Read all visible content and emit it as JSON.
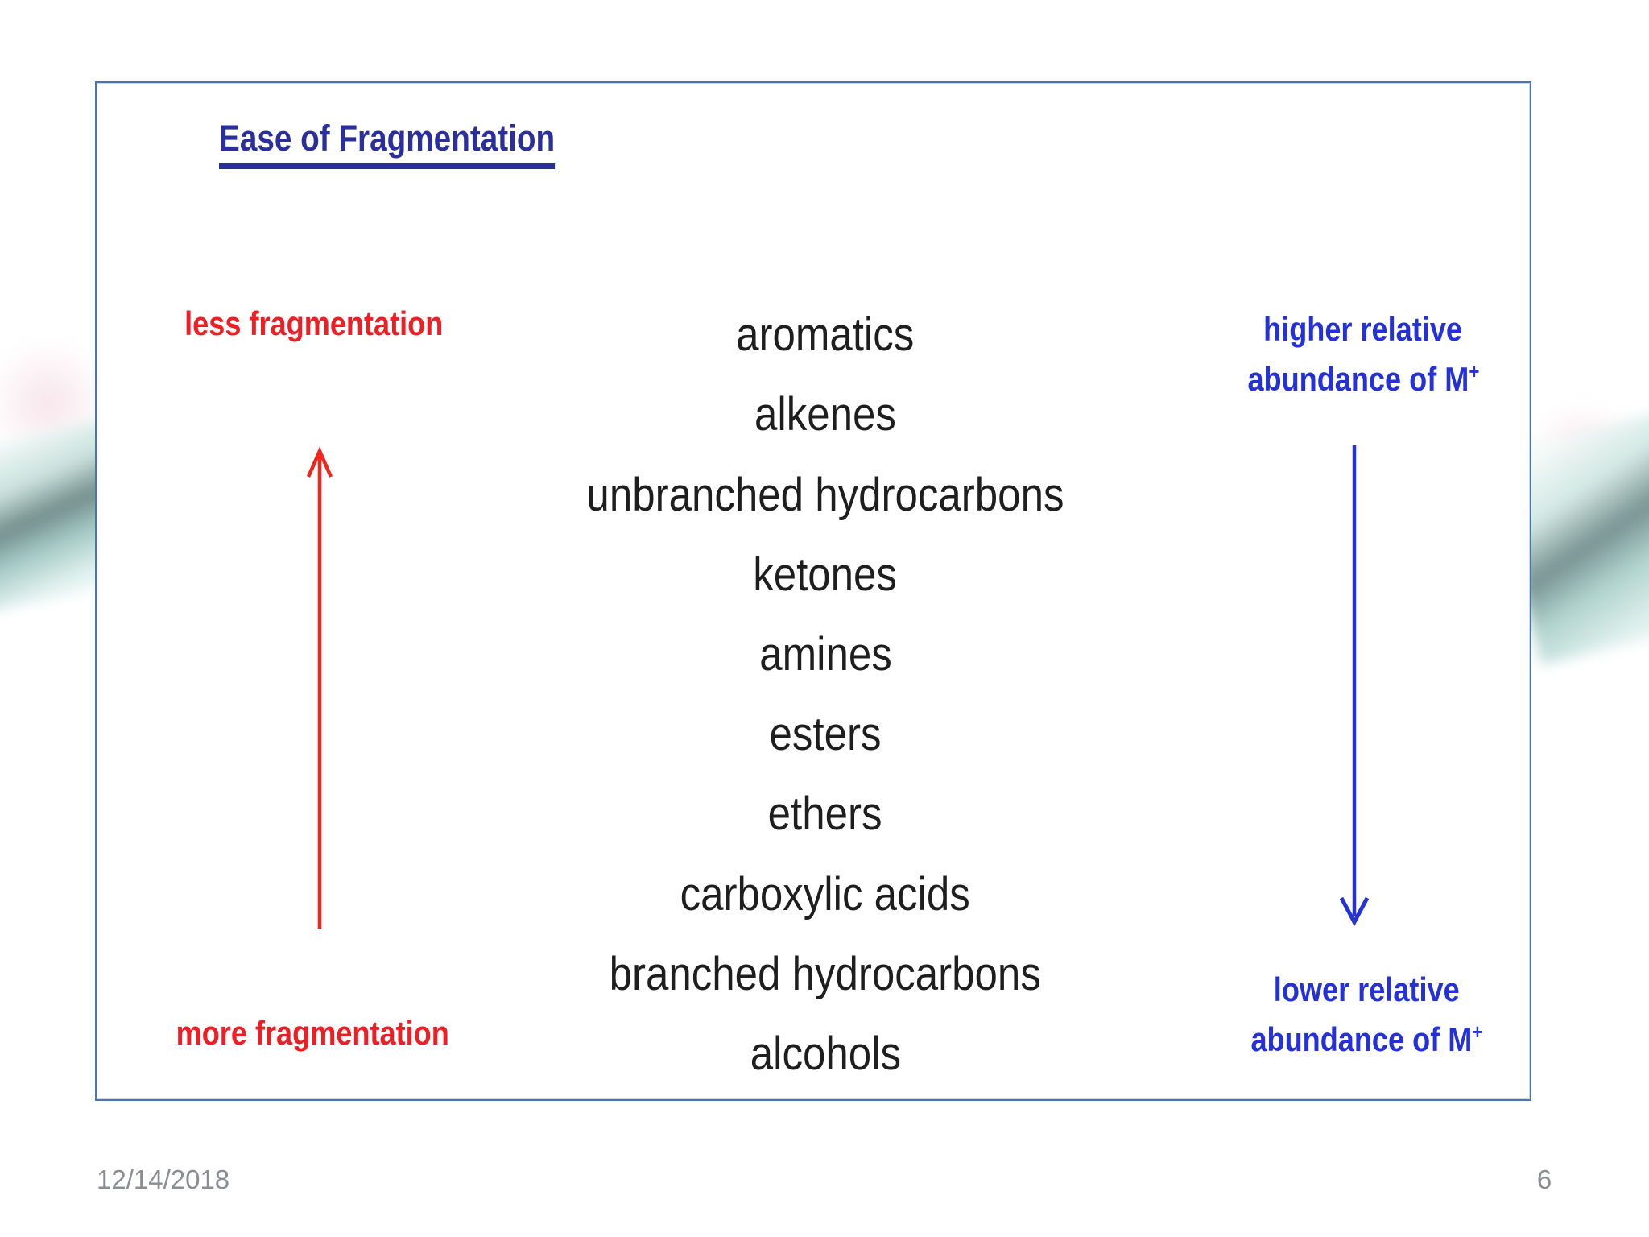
{
  "slide": {
    "title": "Ease of Fragmentation",
    "fragmentation_axis": {
      "top_label": "less fragmentation",
      "bottom_label": "more fragmentation",
      "arrow_direction": "up"
    },
    "abundance_axis": {
      "top_label_line1": "higher relative",
      "top_label_line2": "abundance of M",
      "top_label_sup": "+",
      "bottom_label_line1": "lower relative",
      "bottom_label_line2": "abundance of M",
      "bottom_label_sup": "+",
      "arrow_direction": "down"
    },
    "compound_series": [
      "aromatics",
      "alkenes",
      "unbranched hydrocarbons",
      "ketones",
      "amines",
      "esters",
      "ethers",
      "carboxylic acids",
      "branched hydrocarbons",
      "alcohols"
    ],
    "footer": {
      "date": "12/14/2018",
      "page_number": "6"
    },
    "colors": {
      "accent_red": "#ee1f24",
      "accent_blue": "#2431d8",
      "title_navy": "#2a2f9d",
      "frame_border": "#4a74ad",
      "body_text": "#1e1e1e",
      "footer_gray": "#8a8d91"
    }
  }
}
